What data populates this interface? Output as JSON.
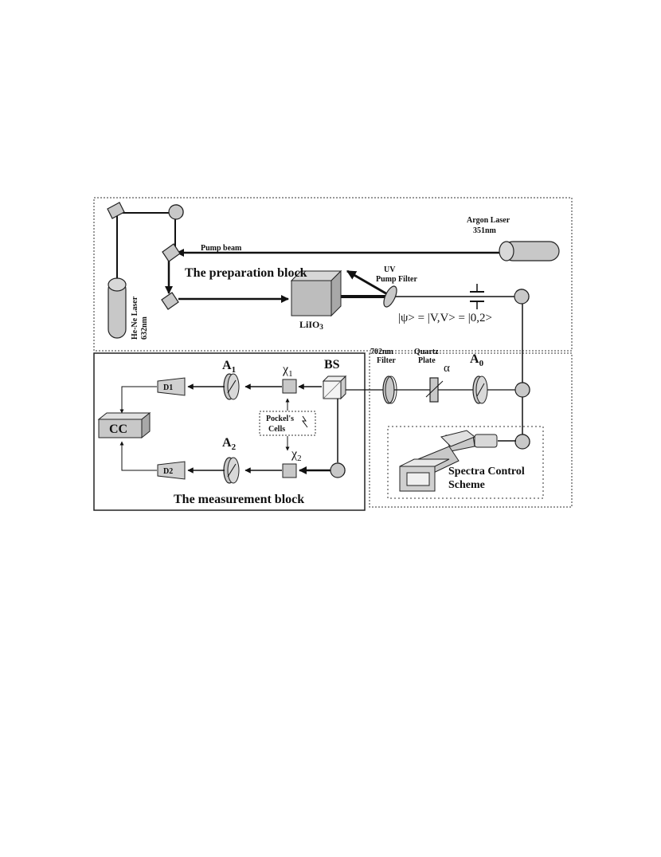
{
  "labels": {
    "argon_laser": "Argon Laser",
    "argon_wavelength": "351nm",
    "pump_beam": "Pump beam",
    "preparation_block": "The preparation  block",
    "uv": "UV",
    "pump_filter": "Pump Filter",
    "crystal": "LiIO",
    "crystal_sub": "3",
    "state_equation": "|ψ> = |V,V> = |0,2>",
    "hene_laser": "He-Ne Laser",
    "hene_wavelength": "632nm",
    "filter_702_line1": "702nm",
    "filter_702_line2": "Filter",
    "quartz_line1": "Quartz",
    "quartz_line2": "Plate",
    "alpha": "α",
    "a0": "A",
    "a0_sub": "0",
    "bs": "BS",
    "chi1": "χ",
    "chi1_sub": "1",
    "chi2": "χ",
    "chi2_sub": "2",
    "a1": "A",
    "a1_sub": "1",
    "a2": "A",
    "a2_sub": "2",
    "d1": "D1",
    "d2": "D2",
    "cc": "CC",
    "pockels_line1": "Pockel's",
    "pockels_line2": "Cells",
    "measurement_block": "The measurement  block",
    "spectra_line1": "Spectra Control",
    "spectra_line2": "Scheme"
  },
  "colors": {
    "beam": "#111111",
    "component_fill": "#c8c8c8",
    "crystal_fill": "#bdbdbd",
    "box_border": "#222222"
  }
}
